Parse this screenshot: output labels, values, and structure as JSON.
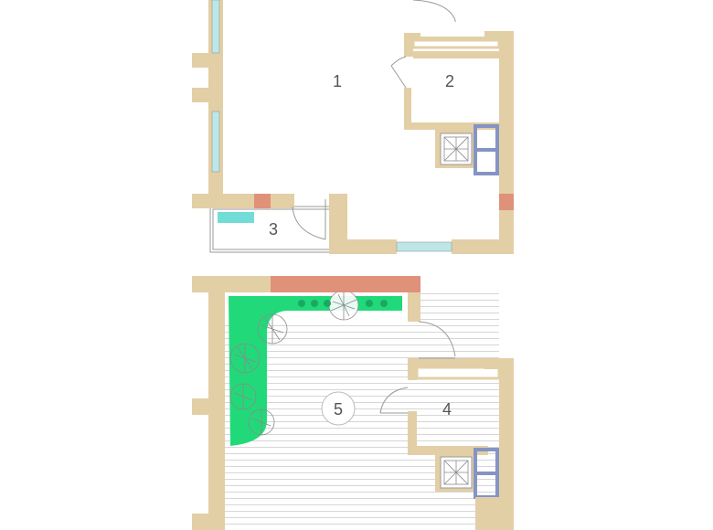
{
  "rooms": [
    {
      "number": "1"
    },
    {
      "number": "2"
    },
    {
      "number": "3"
    },
    {
      "number": "4"
    },
    {
      "number": "5"
    }
  ],
  "colors": {
    "wall": "#e3cfa6",
    "wall_edge": "#c9b283",
    "accent_wall": "#e0917a",
    "window_glass": "#bde6e8",
    "elevator_frame": "#8494c4",
    "garden": "#22d97a",
    "bathtub": "#72dcd6",
    "deck_line": "#d6d6d6",
    "label": "#555555"
  },
  "icons": [
    "door-swing-icon",
    "elevator-icon",
    "tree-icon",
    "bathtub-icon"
  ]
}
